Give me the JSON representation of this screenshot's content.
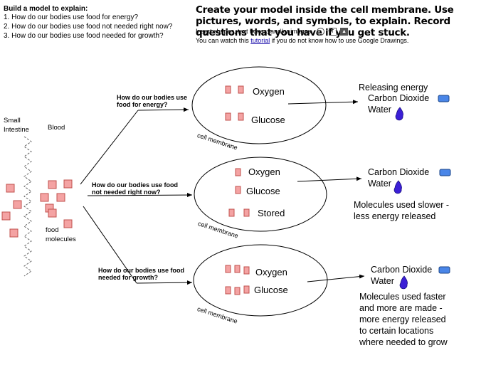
{
  "instructions": {
    "title": "Build a model to explain:",
    "items": [
      "1. How do our bodies use food for energy?",
      "2. How do our bodies use food not needed right now?",
      "3. How do our bodies use food needed for growth?"
    ]
  },
  "header": {
    "title": "Create your model inside the cell membrane. Use pictures, words, and symbols, to explain. Record questions that you have if you get stuck.",
    "insert_note": "Insert shapes, text boxes, and/or images.",
    "tutorial_before": "You can watch this ",
    "tutorial_link": "tutorial",
    "tutorial_after": " if you do not know how to use Google Drawings."
  },
  "left": {
    "small_intestine": "Small Intestine",
    "blood": "Blood",
    "food_molecules": "food molecules"
  },
  "questions": {
    "energy": "How do our bodies use food for energy?",
    "not_needed": "How do our bodies use food not needed right now?",
    "growth": "How do our bodies use food needed for growth?"
  },
  "cells": {
    "energy": {
      "oxygen": "Oxygen",
      "glucose": "Glucose",
      "membrane": "cell membrane"
    },
    "storage": {
      "oxygen": "Oxygen",
      "glucose": "Glucose",
      "stored": "Stored",
      "membrane": "cell membrane"
    },
    "growth": {
      "oxygen": "Oxygen",
      "glucose": "Glucose",
      "membrane": "cell membrane"
    }
  },
  "results": {
    "energy": {
      "releasing": "Releasing energy",
      "co2": "Carbon Dioxide",
      "water": "Water"
    },
    "storage": {
      "co2": "Carbon Dioxide",
      "water": "Water",
      "note": "Molecules used slower - less energy released"
    },
    "growth": {
      "co2": "Carbon Dioxide",
      "water": "Water",
      "note": "Molecules used faster and more are made - more energy released to certain locations where needed to grow"
    }
  },
  "colors": {
    "molecule_fill": "#f4a3a3",
    "co2_fill": "#4a86e8",
    "water_fill": "#3b1fd6"
  },
  "icons": [
    "comment-icon",
    "text-box-icon",
    "image-icon"
  ]
}
